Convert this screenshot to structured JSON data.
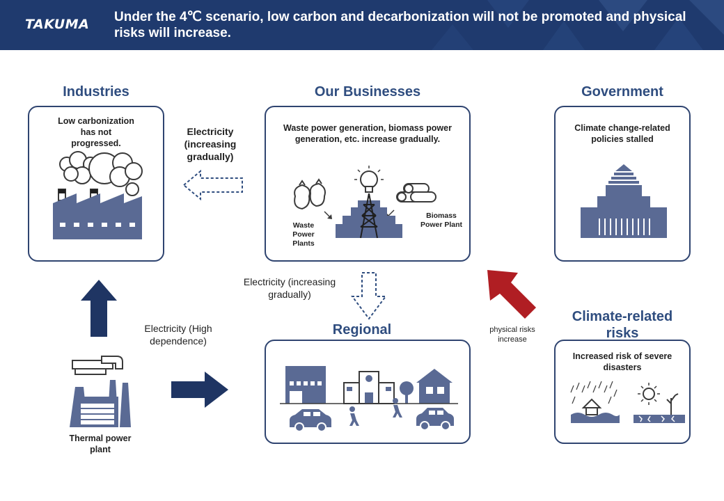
{
  "header": {
    "logo": "TAKUMA",
    "title": "Under the 4℃ scenario, low carbon and decarbonization will not be promoted and physical risks will increase."
  },
  "industries": {
    "title": "Industries",
    "text": "Low carbonization has not progressed."
  },
  "businesses": {
    "title": "Our Businesses",
    "text": "Waste power generation, biomass power generation, etc. increase gradually.",
    "waste_label": "Waste Power Plants",
    "biomass_label": "Biomass Power Plant"
  },
  "government": {
    "title": "Government",
    "text": "Climate change-related policies stalled"
  },
  "regional": {
    "title": "Regional community"
  },
  "climate": {
    "title": "Climate-related risks",
    "text": "Increased risk of severe disasters"
  },
  "thermal": {
    "label": "Thermal power plant"
  },
  "arrows": {
    "to_industries": "Electricity (increasing gradually)",
    "to_regional": "Electricity (increasing  gradually)",
    "from_thermal": "Electricity (High dependence)",
    "physical_risks": "physical risks increase"
  },
  "colors": {
    "header": "#1f3a6e",
    "title_blue": "#2f4d7f",
    "panel_border": "#2f4470",
    "icon_fill": "#5a6a94",
    "solid_arrow": "#1f3563",
    "risk_arrow": "#b01e23"
  }
}
